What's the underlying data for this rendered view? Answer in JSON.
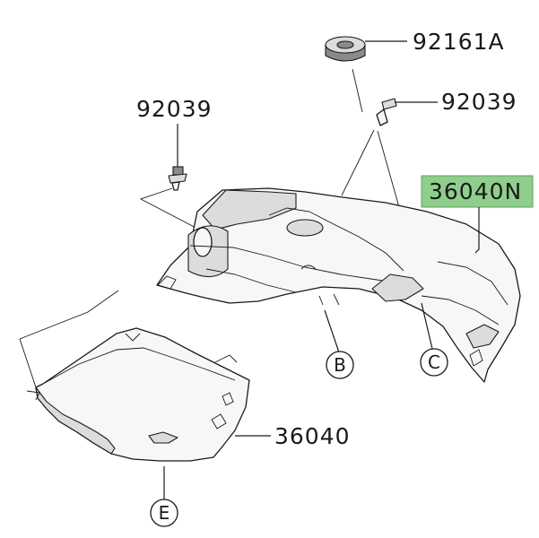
{
  "labels": {
    "grommet": "92161A",
    "clip_right": "92039",
    "clip_left": "92039",
    "upper_cover": "36040N",
    "lower_cover": "36040"
  },
  "callouts": {
    "b": "B",
    "c": "C",
    "e": "E"
  },
  "colors": {
    "highlight": "#8fce8c",
    "line": "#1a1a1a"
  }
}
